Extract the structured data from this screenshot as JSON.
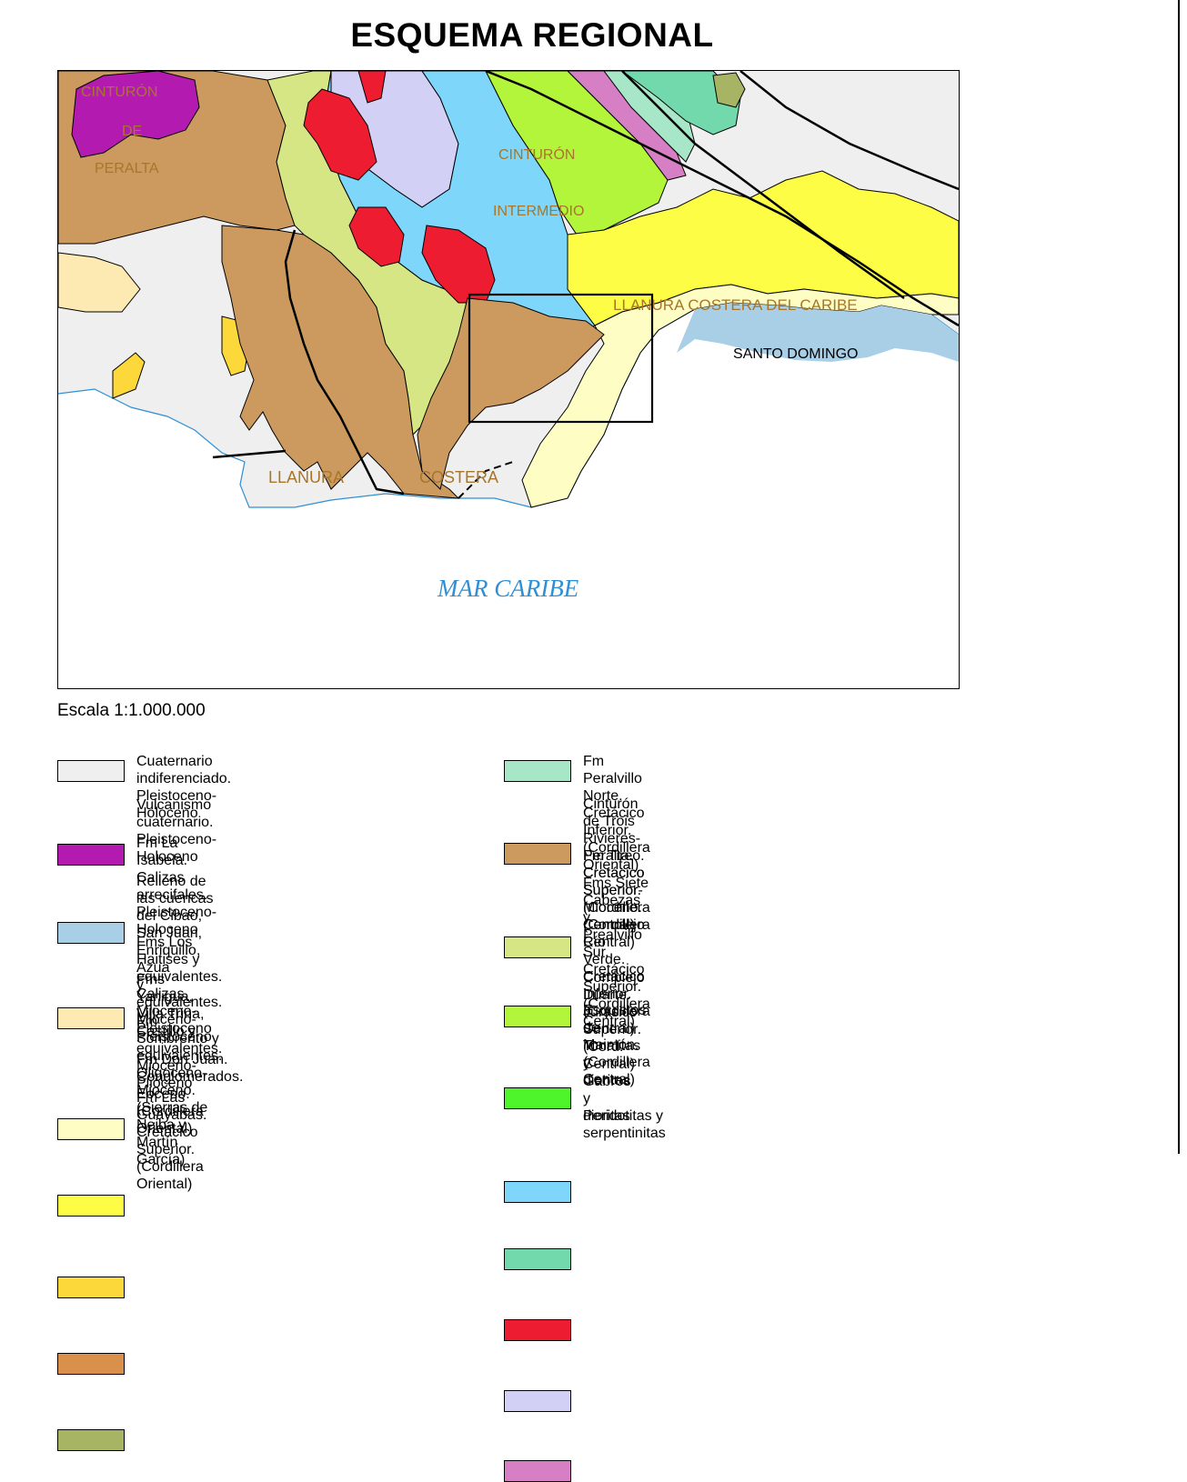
{
  "title": "ESQUEMA REGIONAL",
  "map": {
    "labels": {
      "peralta_1": "CINTURÓN",
      "peralta_2": "DE",
      "peralta_3": "PERALTA",
      "intermedio_1": "CINTURÓN",
      "intermedio_2": "INTERMEDIO",
      "llanura_caribe": "LLANURA COSTERA DEL CARIBE",
      "santo_domingo": "SANTO DOMINGO",
      "llanura": "LLANURA",
      "costera": "COSTERA",
      "mar": "MAR CARIBE"
    }
  },
  "scale": "Escala 1:1.000.000",
  "legend_left": [
    {
      "color": "#efefef",
      "text": "Cuaternario indiferenciado.\nPleistoceno-Holoceno"
    },
    {
      "color": "#b31bb0",
      "text": "Vulcanismo cuaternario.\nPleistoceno-Holoceno"
    },
    {
      "color": "#a9cfe6",
      "text": "Fm La Isabela. Calizas arrecifales.\nPleistoceno-Holoceno"
    },
    {
      "color": "#fdeab2",
      "text": "Relleno de las cuencas del Cibao,\nSan Juan, Enriquillo, Azua\ny equivalentes. Mioceno-Pleistoceno"
    },
    {
      "color": "#fefdc4",
      "text": "Fms Los Haitises y equivalentes. Calizas.\nMioceno-Pleistoceno"
    },
    {
      "color": "#fdfd45",
      "text": "Fms Yanigua, Villa Trina, Castillo y\nequivalentes. Mioceno-Plioceno"
    },
    {
      "color": "#fdd83a",
      "text": "Fm Sombrerito y equivalentes. Oligoceno-\nMioceno. (Sierras de Neiba y Martín García)"
    },
    {
      "color": "#d8904a",
      "text": "Fm Don Juan. Conglomerados. Eoceno.\n(Cordillera Oriental)"
    },
    {
      "color": "#a7b463",
      "text": "Fm Las Guayabas. Cretácico Superior.\n(Cordillera Oriental)"
    }
  ],
  "legend_right": [
    {
      "color": "#a8e6c8",
      "text": "Fm Peralvillo Norte. Cretácico Inferior.\n(Cordillera Oriental)"
    },
    {
      "color": "#cc9a5e",
      "text": "Cinturón de Trois Rivieres-Peralta. Cretácico\nSuperior-Mioceno. (Cordillera Central)"
    },
    {
      "color": "#d6e685",
      "text": "Fm Tireo. Cretácico Superior. (Cordillera Central)"
    },
    {
      "color": "#b3f53a",
      "text": "Fms Siete Cabezas y Prealvillo Sur.\nCretácico Superior. (Cordillera Central)"
    },
    {
      "color": "#4ef52b",
      "text": "Complejo Río Verde. Cretácico Inferior.\n(Cordillera Central)"
    },
    {
      "color": "#7ed6fa",
      "text": "Complejo Duarte. Jurásico Superior. (Cord. Central)"
    },
    {
      "color": "#72d9ac",
      "text": "Esquistos de Maimón. (Cordillera Central)"
    },
    {
      "color": "#ee1c30",
      "text": "Tonalitas y dioritas"
    },
    {
      "color": "#d2d0f5",
      "text": "Gabros y dioritas"
    },
    {
      "color": "#d67fc5",
      "text": "Peridotitas y serpentinitas"
    }
  ]
}
